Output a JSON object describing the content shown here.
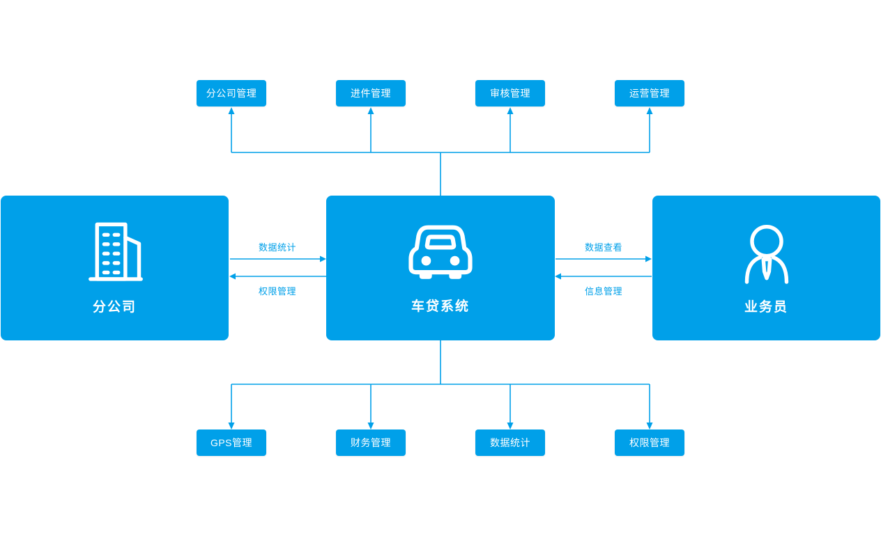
{
  "colors": {
    "primary_blue": "#00a0e9",
    "background": "#ffffff",
    "text_on_blue": "#ffffff",
    "connector_line": "#00a0e9",
    "connection_label_text": "#00a0e9"
  },
  "entities": {
    "branch": {
      "label": "分公司",
      "icon": "building-icon"
    },
    "system": {
      "label": "车贷系统",
      "icon": "car-icon"
    },
    "salesman": {
      "label": "业务员",
      "icon": "person-icon"
    }
  },
  "top_modules": {
    "items": [
      {
        "label": "分公司管理"
      },
      {
        "label": "进件管理"
      },
      {
        "label": "审核管理"
      },
      {
        "label": "运营管理"
      }
    ]
  },
  "bottom_modules": {
    "items": [
      {
        "label": "GPS管理"
      },
      {
        "label": "财务管理"
      },
      {
        "label": "数据统计"
      },
      {
        "label": "权限管理"
      }
    ]
  },
  "connections": {
    "branch_to_system": {
      "label": "数据统计",
      "direction": "right"
    },
    "system_to_branch": {
      "label": "权限管理",
      "direction": "left"
    },
    "system_to_salesman": {
      "label": "数据查看",
      "direction": "right"
    },
    "salesman_to_system": {
      "label": "信息管理",
      "direction": "left"
    }
  }
}
